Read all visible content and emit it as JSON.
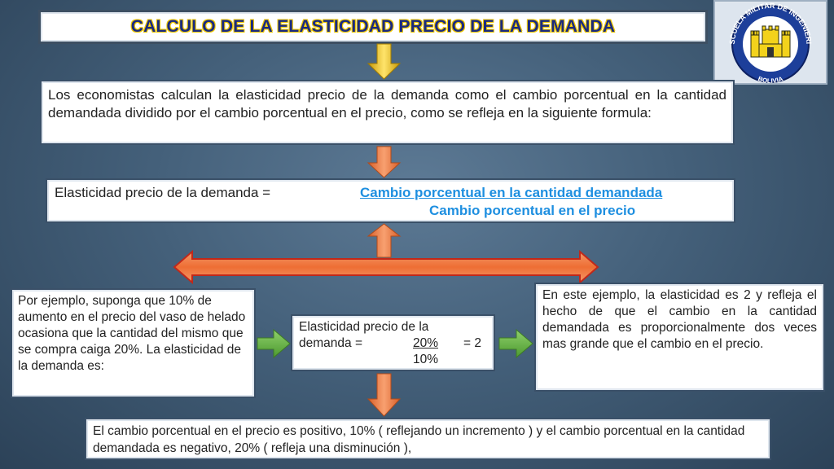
{
  "title": "CALCULO DE LA ELASTICIDAD PRECIO DE LA DEMANDA",
  "logo": {
    "top_text": "ESCUELA MILITAR DE INGENIERIA",
    "bottom_text": "BOLIVIA"
  },
  "intro": "Los economistas calculan la elasticidad precio de la demanda como el cambio porcentual en la cantidad demandada dividido por el cambio porcentual en el precio, como se refleja en la siguiente formula:",
  "formula": {
    "label": "Elasticidad precio de la demanda =",
    "numerator": "Cambio porcentual en la cantidad demandada",
    "denominator": "Cambio porcentual en el precio"
  },
  "example": {
    "text": "Por ejemplo, suponga que 10% de aumento en el precio del vaso de helado ocasiona que la cantidad del mismo que se compra caiga 20%. La elasticidad de la demanda es:"
  },
  "calculation": {
    "line1": "Elasticidad precio de la",
    "line2_label": "demanda =",
    "numerator": "20%",
    "result": "= 2",
    "denominator": "10%"
  },
  "result": {
    "text": "En este ejemplo, la elasticidad es 2 y refleja el hecho de que el cambio en la cantidad demandada es proporcionalmente dos veces mas grande que el cambio en el precio."
  },
  "bottom": {
    "text": "El cambio porcentual en el precio es positivo, 10% ( reflejando un incremento ) y el cambio porcentual en la cantidad demandada es negativo, 20% ( refleja una disminución ),"
  },
  "colors": {
    "title_text": "#1a2a80",
    "title_outline": "#f0c800",
    "formula_text": "#1e8fe0",
    "arrow_yellow": "#f2c21a",
    "arrow_orange": "#ee7a3a",
    "arrow_green": "#6cb24a"
  }
}
